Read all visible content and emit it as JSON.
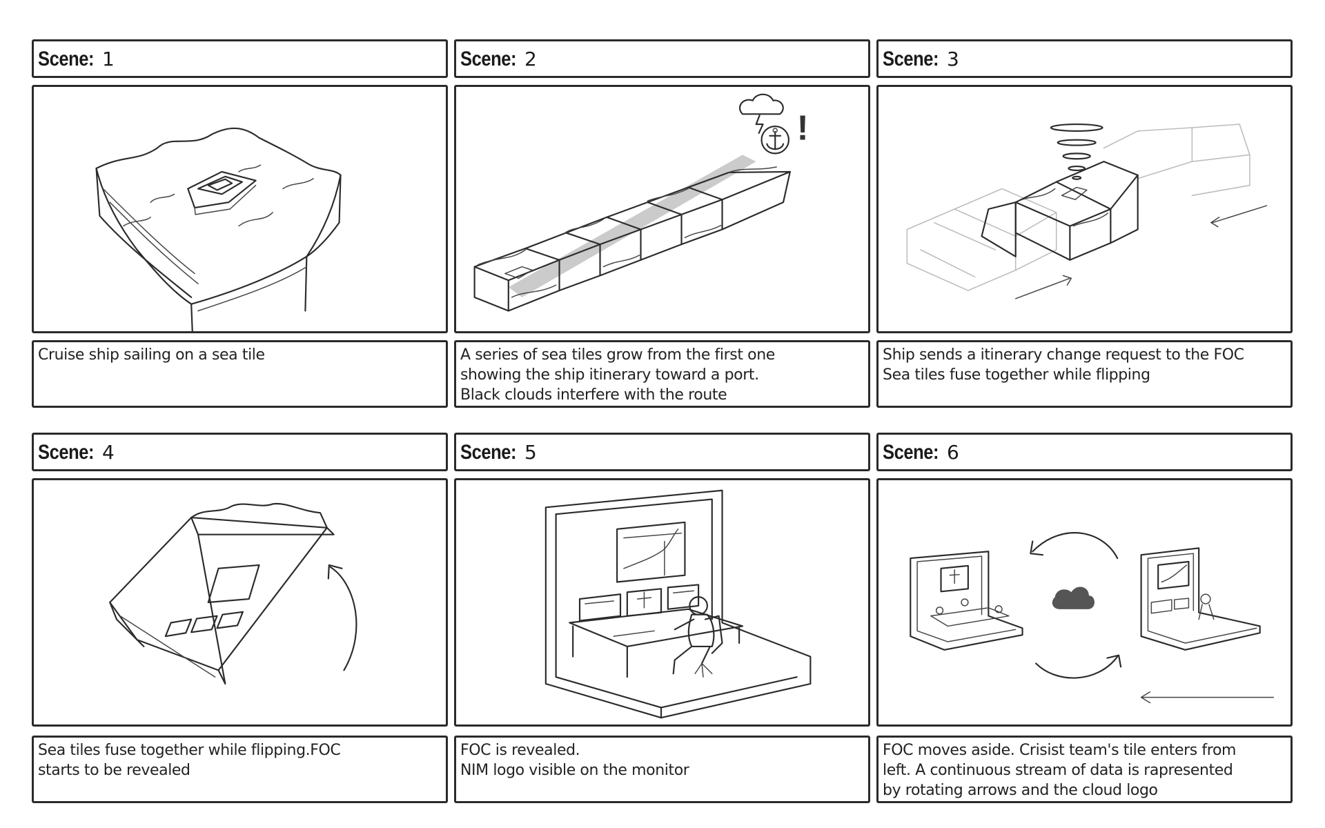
{
  "scene_label": "Scene:",
  "scenes": [
    {
      "number": "1",
      "caption": [
        "Cruise ship sailing on a sea tile"
      ]
    },
    {
      "number": "2",
      "caption": [
        "A series of sea tiles grow from the first one",
        "showing the ship itinerary toward a port.",
        "Black clouds interfere with the route"
      ]
    },
    {
      "number": "3",
      "caption": [
        "Ship sends a itinerary change request to the FOC",
        "Sea tiles fuse together while flipping"
      ]
    },
    {
      "number": "4",
      "caption": [
        "Sea tiles fuse together while flipping.FOC",
        "starts to be revealed"
      ]
    },
    {
      "number": "5",
      "caption": [
        "",
        "FOC is revealed.",
        "NIM logo visible on the monitor"
      ]
    },
    {
      "number": "6",
      "caption": [
        "FOC moves aside. Crisist team's tile enters from",
        "left. A continuous stream of data is rapresented",
        "by rotating arrows and the cloud logo"
      ]
    }
  ],
  "sketch_marks": {
    "alert_mark": "!"
  },
  "colors": {
    "ink": "#2b2b2b",
    "route": "#a9a9a9",
    "cloud": "#555555"
  },
  "icons": [
    "ship-icon",
    "storm-cloud-icon",
    "anchor-icon",
    "signal-waves-icon",
    "rotate-arrow-icon",
    "cloud-logo-icon",
    "monitor-icon",
    "operator-icon"
  ]
}
